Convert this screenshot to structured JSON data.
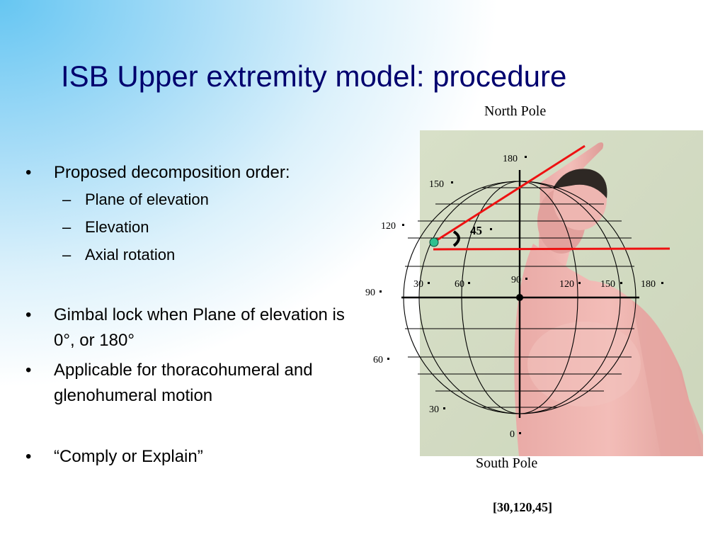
{
  "slide": {
    "title": "ISB Upper extremity model: procedure",
    "bullets": [
      {
        "text": "Proposed decomposition order:",
        "sub": [
          "Plane of elevation",
          "Elevation",
          "Axial rotation"
        ]
      },
      {
        "text": "Gimbal lock when Plane of elevation is 0°, or 180°"
      },
      {
        "text": "Applicable for thoracohumeral and glenohumeral motion"
      },
      {
        "text": "“Comply or Explain”"
      }
    ]
  },
  "figure": {
    "north_pole_label": "North Pole",
    "south_pole_label": "South Pole",
    "angle_label": "45",
    "coordinate_triplet": "[30,120,45]",
    "elevation_labels": [
      "180",
      "150",
      "120",
      "90",
      "60",
      "30",
      "0"
    ],
    "plane_labels": [
      "30",
      "60",
      "90",
      "120",
      "150",
      "180"
    ],
    "colors": {
      "elevation_line": "#ee1111",
      "marker": "#2fc08f",
      "grid": "#000000"
    }
  }
}
